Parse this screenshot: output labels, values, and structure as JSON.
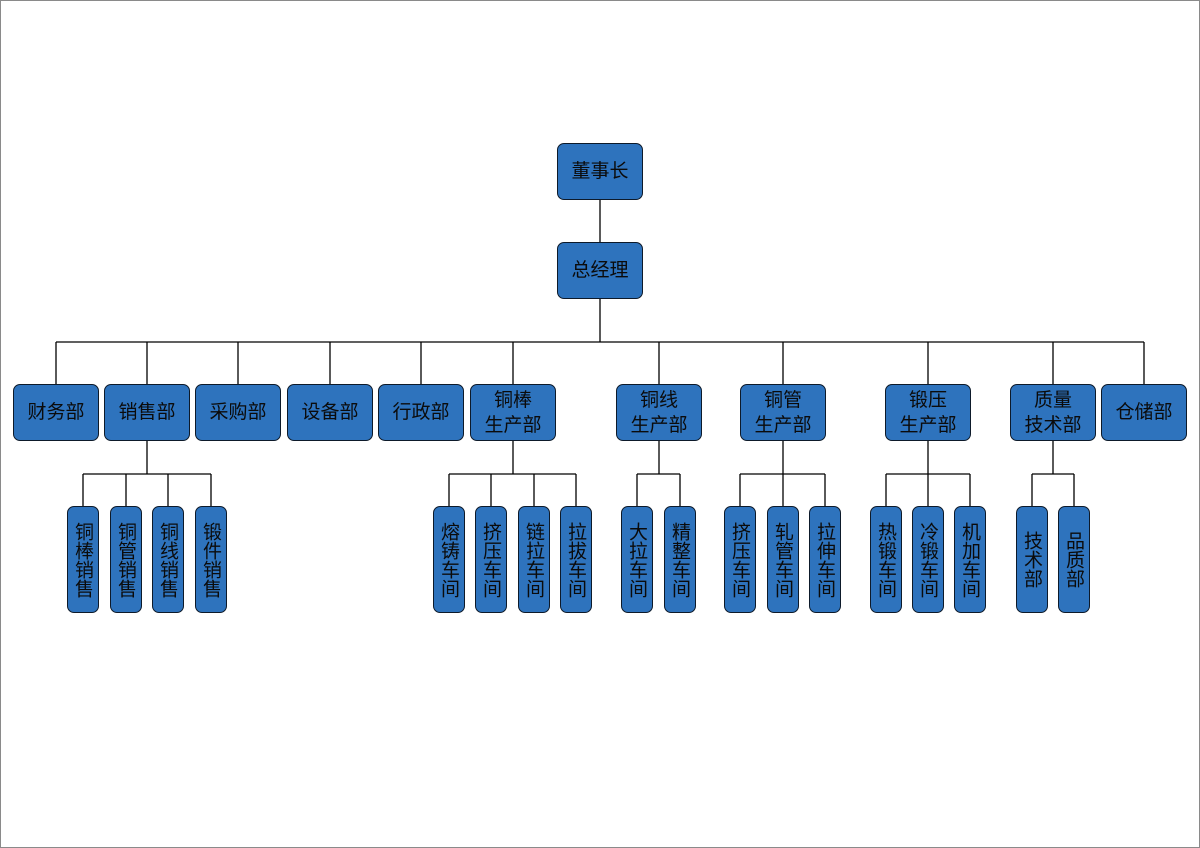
{
  "colors": {
    "box_fill": "#2e73bd",
    "box_border": "#0d1a2a",
    "line": "#000000",
    "frame": "#8a8a8a"
  },
  "nodes": {
    "chairman": "董事长",
    "gm": "总经理",
    "finance": "财务部",
    "sales": "销售部",
    "purchasing": "采购部",
    "equipment": "设备部",
    "admin": "行政部",
    "rod_prod": "铜棒\n生产部",
    "wire_prod": "铜线\n生产部",
    "tube_prod": "铜管\n生产部",
    "forge_prod": "锻压\n生产部",
    "quality": "质量\n技术部",
    "warehouse": "仓储部",
    "sales_rod": "铜棒销售",
    "sales_tube": "铜管销售",
    "sales_wire": "铜线销售",
    "sales_forge": "锻件销售",
    "rod_melt": "熔铸车间",
    "rod_extrude": "挤压车间",
    "rod_chain": "链拉车间",
    "rod_draw": "拉拔车间",
    "wire_big": "大拉车间",
    "wire_finish": "精整车间",
    "tube_extrude": "挤压车间",
    "tube_roll": "轧管车间",
    "tube_stretch": "拉伸车间",
    "forge_hot": "热锻车间",
    "forge_cold": "冷锻车间",
    "forge_machine": "机加车间",
    "qa_tech": "技术部",
    "qa_quality": "品质部"
  }
}
